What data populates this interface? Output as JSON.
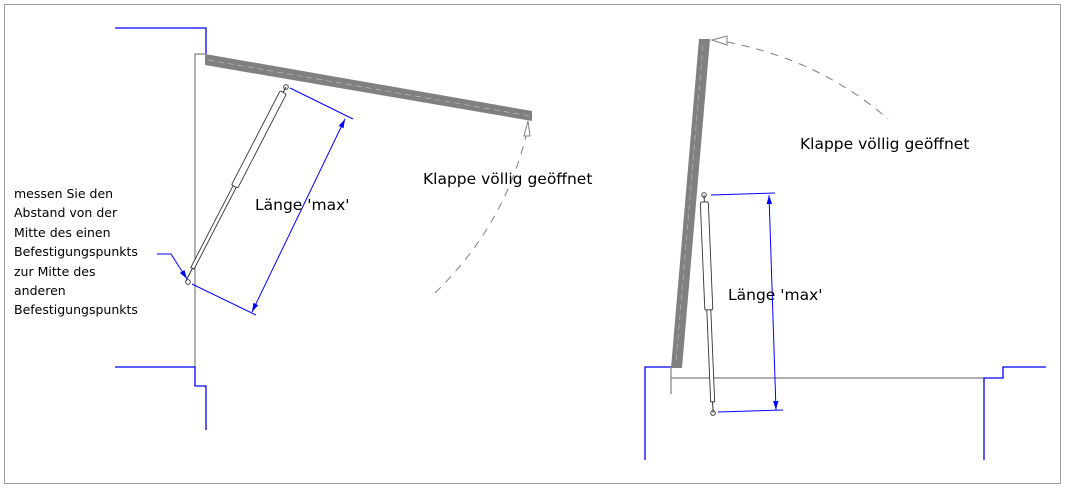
{
  "colors": {
    "wall": "#0000ff",
    "flap": "#808080",
    "dimension": "#0000ff",
    "text": "#000000"
  },
  "left_view": {
    "note_lines": [
      "messen Sie den",
      "Abstand von der",
      "Mitte des einen",
      "Befestigungspunkts",
      "zur Mitte des",
      "anderen",
      "Befestigungspunkts"
    ],
    "flap_label": "Klappe völlig geöffnet",
    "dimension_label": "Länge 'max'"
  },
  "right_view": {
    "flap_label": "Klappe völlig geöffnet",
    "dimension_label": "Länge 'max'"
  }
}
